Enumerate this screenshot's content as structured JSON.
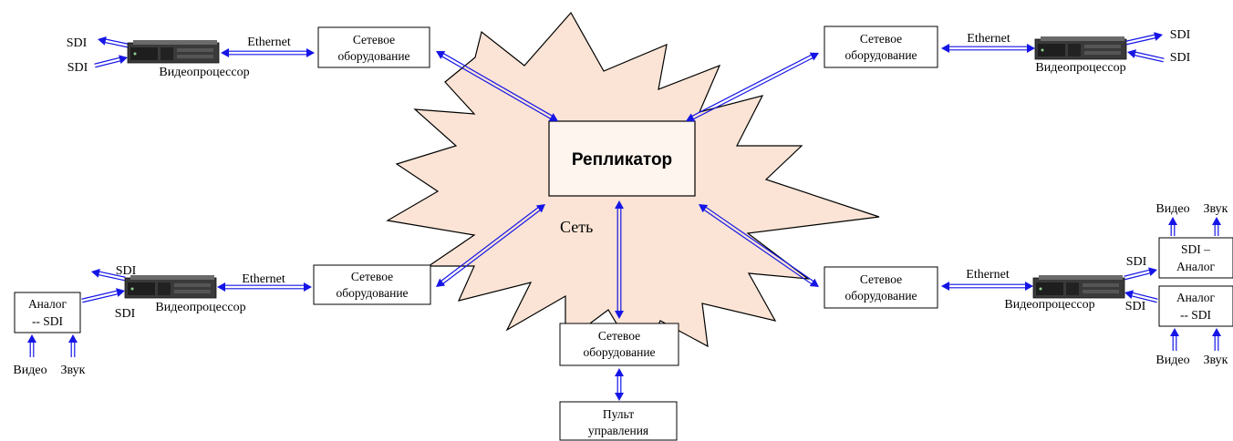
{
  "cloud": {
    "label": "Сеть",
    "fill": "#fbe4d5",
    "stroke": "#000000"
  },
  "replicator": {
    "label": "Репликатор",
    "fill": "#fdf5ee"
  },
  "boxes": {
    "net_tl": [
      "Сетевое",
      "оборудование"
    ],
    "net_tr": [
      "Сетевое",
      "оборудование"
    ],
    "net_bl": [
      "Сетевое",
      "оборудование"
    ],
    "net_br": [
      "Сетевое",
      "оборудование"
    ],
    "net_bc": [
      "Сетевое",
      "оборудование"
    ],
    "console": [
      "Пульт",
      "управления"
    ],
    "conv_left": [
      "Аналог",
      "-- SDI"
    ],
    "conv_right_top": [
      "SDI –",
      "Аналог"
    ],
    "conv_right_bottom": [
      "Аналог",
      "-- SDI"
    ]
  },
  "devices": {
    "videoprocessor": "Видеопроцессор"
  },
  "links": {
    "ethernet": "Ethernet",
    "sdi": "SDI",
    "video": "Видео",
    "sound": "Звук"
  },
  "colors": {
    "arrow": "#1515e6",
    "device_body": "#3c3c3c",
    "device_front": "#2a2a2a"
  }
}
